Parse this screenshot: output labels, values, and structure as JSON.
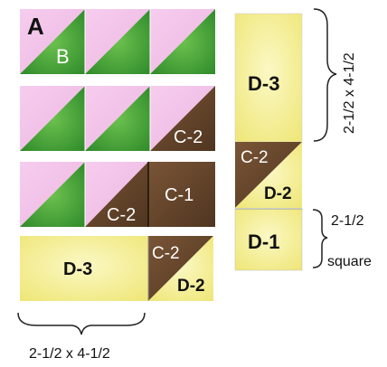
{
  "colors": {
    "pink": "#f2c2e8",
    "green": "#4aa33a",
    "brown": "#6b4a2e",
    "yellow": "#f7f3a0",
    "seam": "#7a7a7a"
  },
  "labels": {
    "a": "A",
    "b": "B",
    "c1": "C-1",
    "c2": "C-2",
    "d1": "D-1",
    "d2": "D-2",
    "d3": "D-3"
  },
  "dimensions": {
    "rect_size": "2-1/2 x 4-1/2",
    "square_size": "2-1/2",
    "square_word": "square"
  }
}
